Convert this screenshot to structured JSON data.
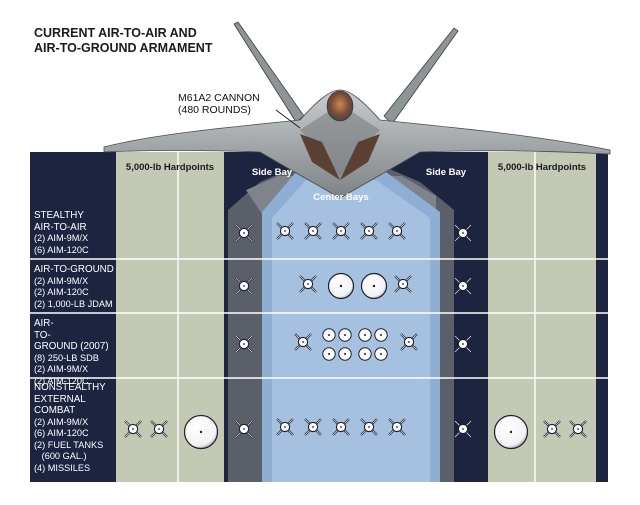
{
  "title": {
    "line1": "CURRENT AIR-TO-AIR AND",
    "line2": "AIR-TO-GROUND ARMAMENT"
  },
  "cannon": {
    "line1": "M61A2 CANNON",
    "line2": "(480 ROUNDS)"
  },
  "columns": {
    "left_hardpoints": "5,000-lb Hardpoints",
    "left_side_bay": "Side Bay",
    "center_bays": "Center Bays",
    "right_side_bay": "Side Bay",
    "right_hardpoints": "5,000-lb Hardpoints"
  },
  "rows": [
    {
      "heading": [
        "STEALTHY",
        "AIR-TO-AIR"
      ],
      "items": [
        "(2) AIM-9M/X",
        "(6) AIM-120C"
      ]
    },
    {
      "heading": [
        "AIR-TO-GROUND"
      ],
      "items": [
        "(2) AIM-9M/X",
        "(2) AIM-120C",
        "(2) 1,000-LB JDAM"
      ]
    },
    {
      "heading": [
        "AIR-",
        "TO-",
        "GROUND (2007)"
      ],
      "items": [
        "(8) 250-LB SDB",
        "(2) AIM-9M/X",
        "(2) AIM-120C"
      ]
    },
    {
      "heading": [
        "NONSTEALTHY",
        "EXTERNAL",
        "COMBAT"
      ],
      "items": [
        "(2) AIM-9M/X",
        "(6) AIM-120C",
        "(2) FUEL TANKS",
        "   (600 GAL.)",
        "(4) MISSILES"
      ]
    }
  ],
  "colors": {
    "navy": "#1d2440",
    "hardpoint": "#c4c9b4",
    "side_bay": "#5a5f69",
    "center_bay": "#8eaed3",
    "aircraft": "#9fa4a6"
  },
  "icons": [
    "aircraft-illustration",
    "missile-icon",
    "jdam-bomb-icon",
    "sdb-bomb-icon",
    "fuel-tank-icon"
  ]
}
